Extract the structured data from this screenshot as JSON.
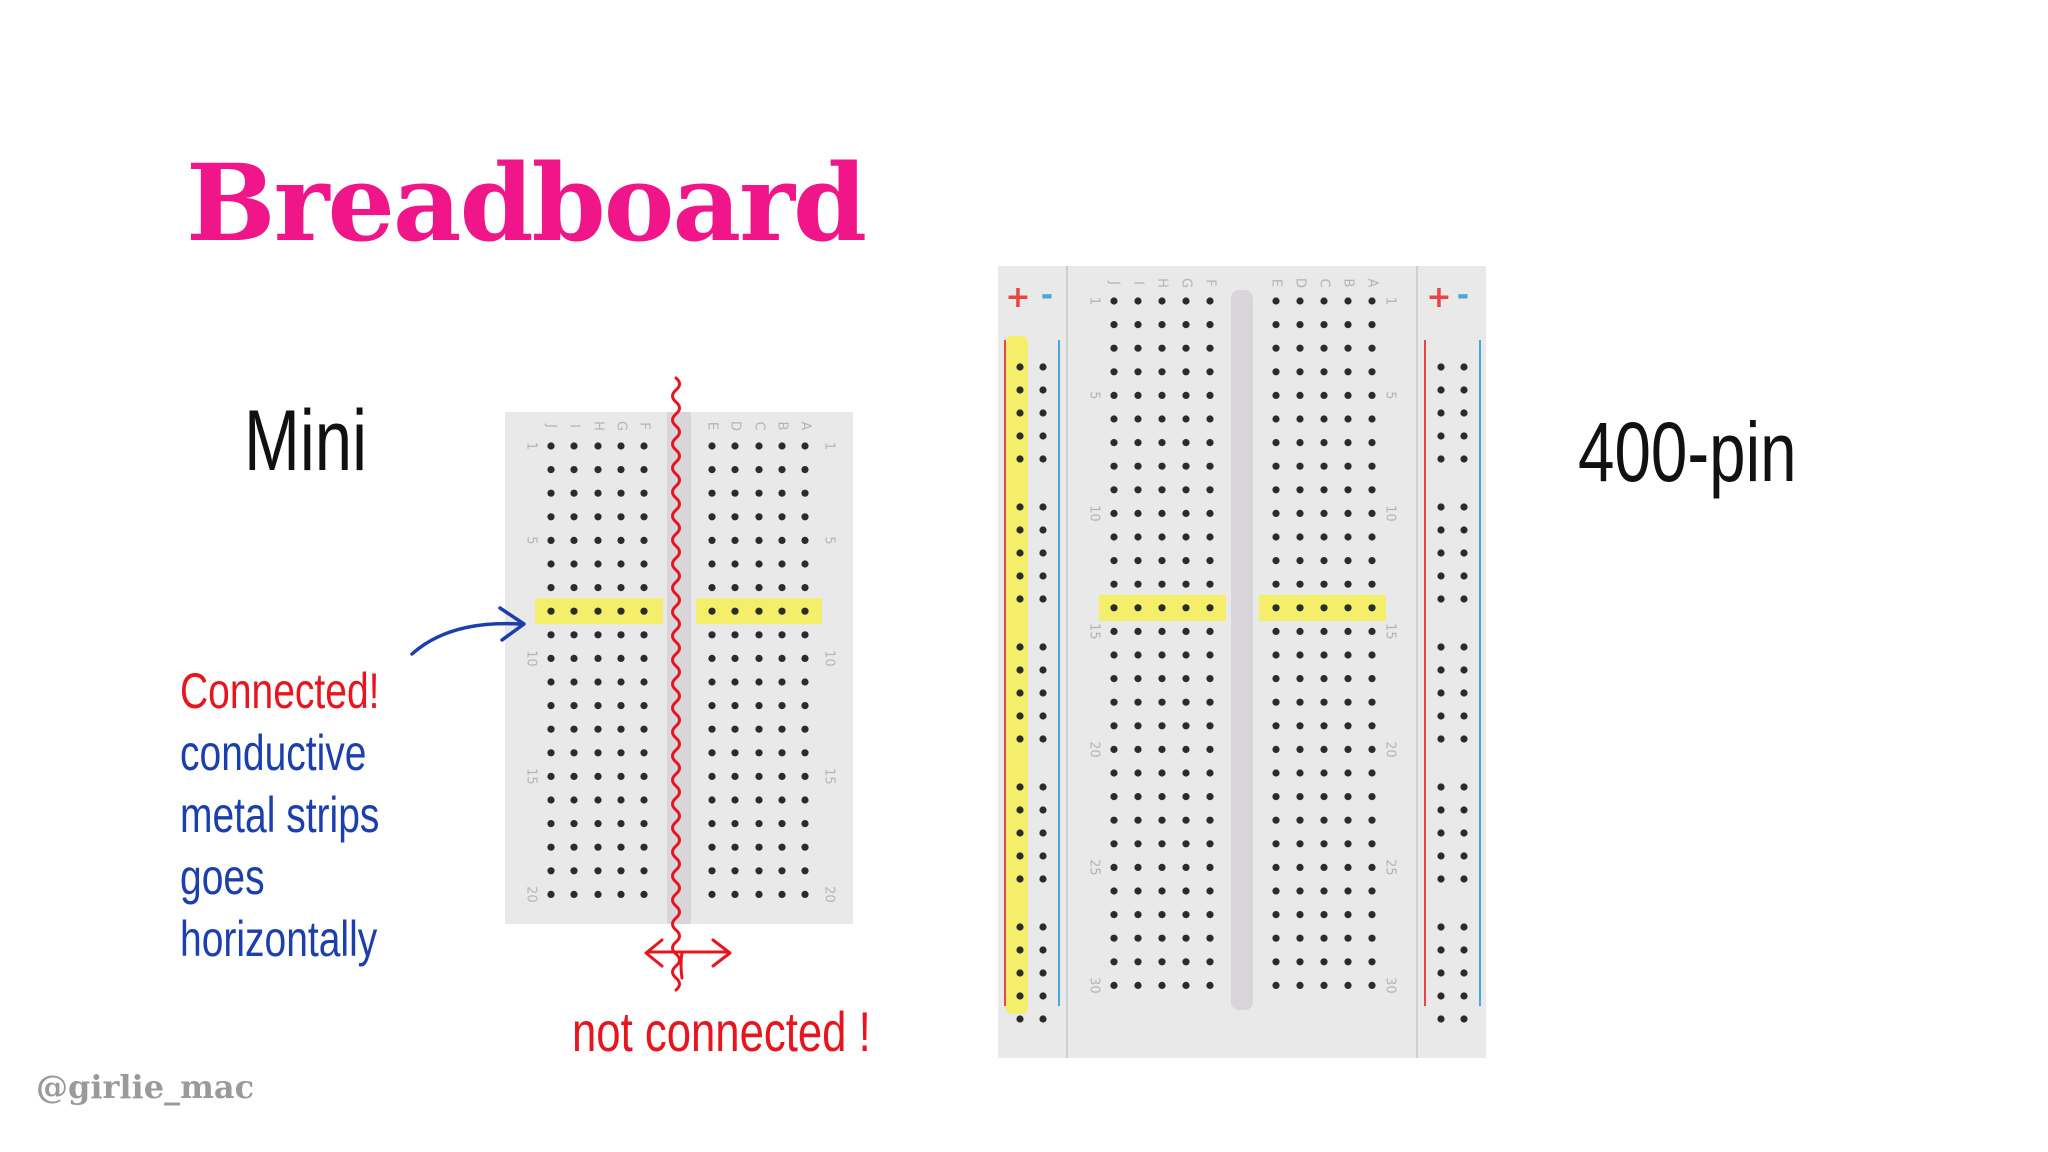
{
  "title": "Breadboard",
  "credit": "@girlie_mac",
  "colors": {
    "title": "#f0168a",
    "connected": "#e8141e",
    "info": "#1c3fae",
    "board": "#e9e9e9",
    "highlight": "#f4ee6a",
    "rail_plus": "#e94545",
    "rail_minus": "#45a8d8"
  },
  "mini": {
    "label": "Mini",
    "left_columns": [
      "J",
      "I",
      "H",
      "G",
      "F"
    ],
    "right_columns": [
      "E",
      "D",
      "C",
      "B",
      "A"
    ],
    "row_numbers": [
      "1",
      "5",
      "10",
      "15",
      "20"
    ],
    "rows": 20,
    "highlighted_row": 8
  },
  "full": {
    "label": "400-pin",
    "rail_plus": "+",
    "rail_minus": "-",
    "left_columns": [
      "J",
      "I",
      "H",
      "G",
      "F"
    ],
    "right_columns": [
      "E",
      "D",
      "C",
      "B",
      "A"
    ],
    "row_numbers": [
      "1",
      "5",
      "10",
      "15",
      "20",
      "25",
      "30"
    ],
    "rows": 30,
    "highlighted_row": 14
  },
  "annotations": {
    "connected": "Connected!",
    "info_lines": [
      "conductive",
      "metal strips",
      "goes",
      "horizontally"
    ],
    "not_connected": "not connected !"
  }
}
